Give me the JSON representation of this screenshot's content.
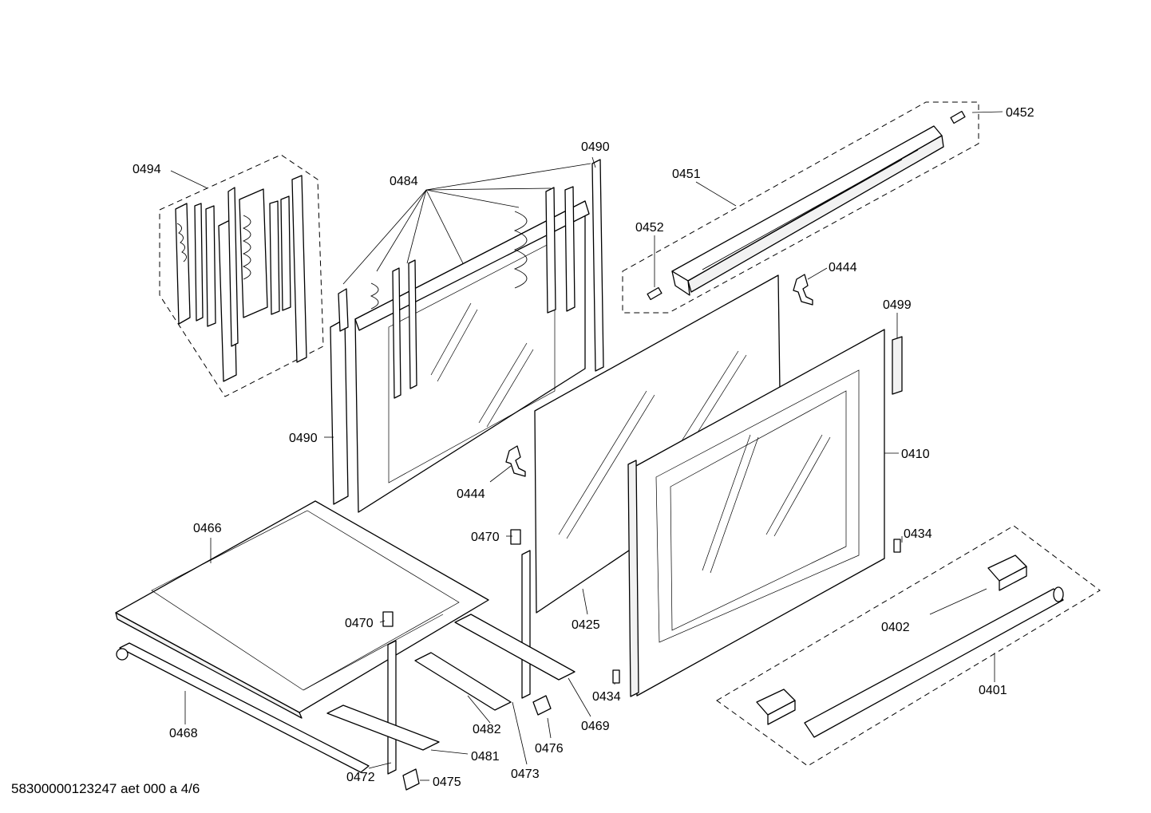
{
  "labels": {
    "l0452a": "0452",
    "l0451": "0451",
    "l0452b": "0452",
    "l0444a": "0444",
    "l0499": "0499",
    "l0490a": "0490",
    "l0484": "0484",
    "l0494": "0494",
    "l0490b": "0490",
    "l0444b": "0444",
    "l0410": "0410",
    "l0434a": "0434",
    "l0466": "0466",
    "l0470a": "0470",
    "l0470b": "0470",
    "l0425": "0425",
    "l0402": "0402",
    "l0401": "0401",
    "l0434b": "0434",
    "l0469": "0469",
    "l0468": "0468",
    "l0482": "0482",
    "l0476": "0476",
    "l0481": "0481",
    "l0472": "0472",
    "l0473": "0473",
    "l0475": "0475"
  },
  "footer": "58300000123247 aet 000 a 4/6"
}
